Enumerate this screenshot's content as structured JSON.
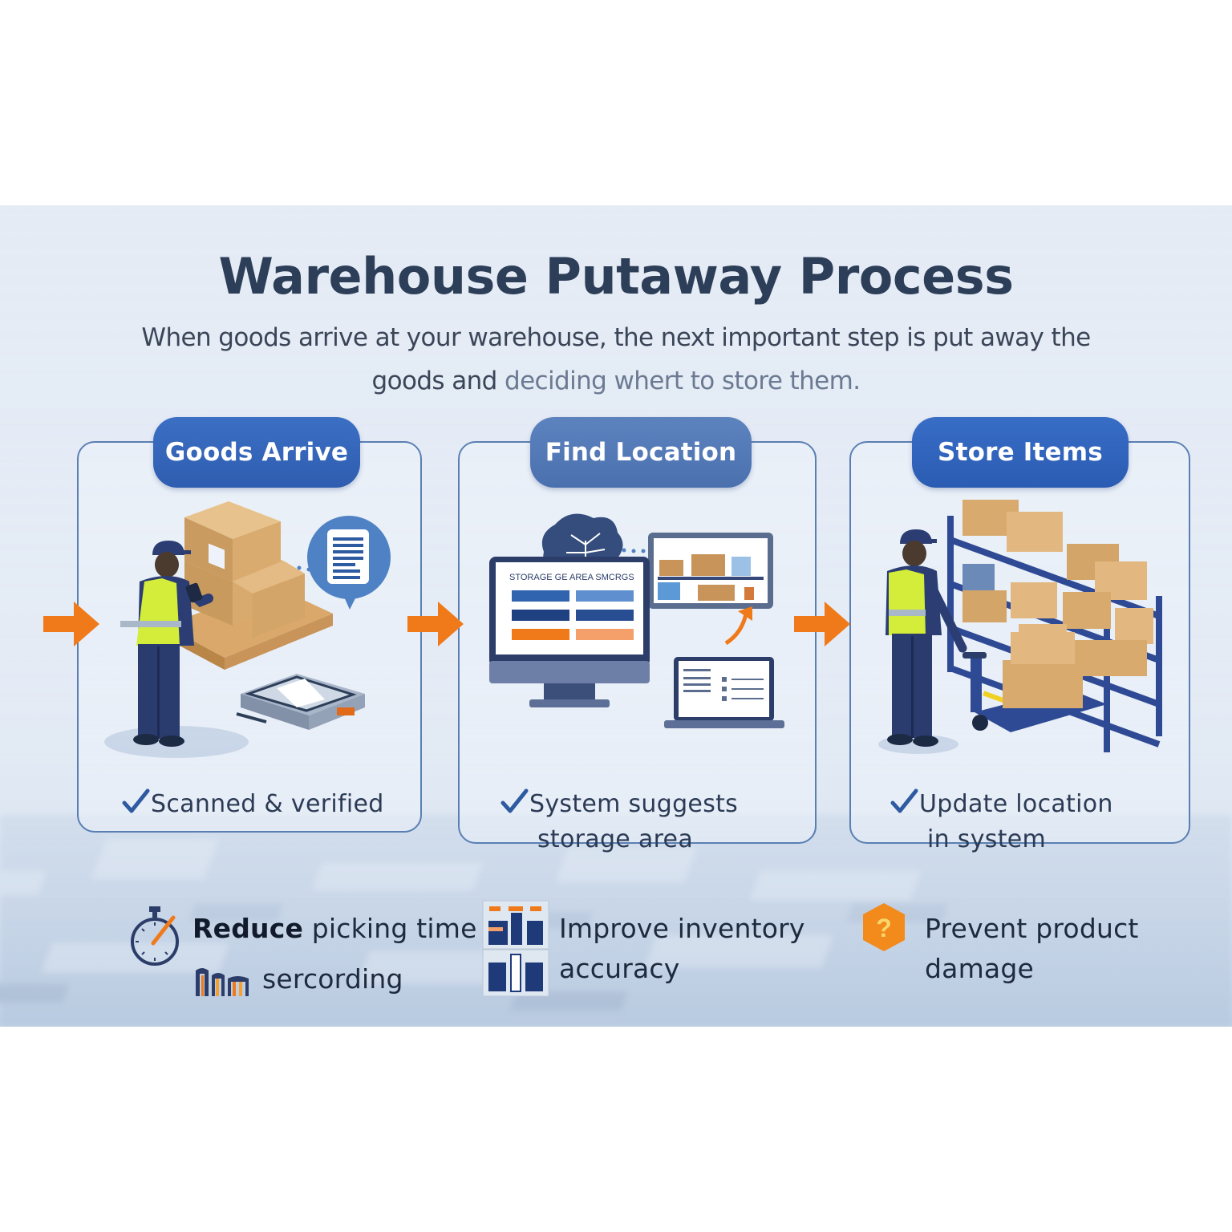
{
  "header": {
    "title": "Warehouse Putaway Process",
    "subtitle_line1": "When goods arrive at your warehouse, the next important step is put away the",
    "subtitle_line2_a": "goods and ",
    "subtitle_line2_b": "deciding whert to store them."
  },
  "steps": [
    {
      "label": "Goods Arrive",
      "check_lines": [
        "Scanned & verified"
      ],
      "illustration": "worker-scanning-boxes-on-pallet"
    },
    {
      "label": "Find Location",
      "check_lines": [
        "System suggests",
        "storage area"
      ],
      "illustration": "computer-suggesting-storage",
      "screen_title": "STORAGE GE AREA SMCRGS"
    },
    {
      "label": "Store Items",
      "check_lines": [
        "Update location",
        "in system"
      ],
      "illustration": "worker-with-pallet-jack-and-shelves"
    }
  ],
  "benefits": [
    {
      "bold": "Reduce",
      "text": " picking time",
      "icon": "stopwatch-icon"
    },
    {
      "bold": "",
      "text": "sercording",
      "icon": "bar-chart-icon"
    },
    {
      "bold": "",
      "text": "Improve inventory",
      "text2": "accuracy",
      "icon": "inventory-racks-icon"
    },
    {
      "bold": "",
      "text": "Prevent product",
      "text2": "damage",
      "icon": "hexagon-question-icon"
    }
  ],
  "colors": {
    "accent_blue": "#2f5db0",
    "arrow_orange": "#f07a1a",
    "title_navy": "#2d3e58",
    "card_border": "#5a7fb2"
  }
}
